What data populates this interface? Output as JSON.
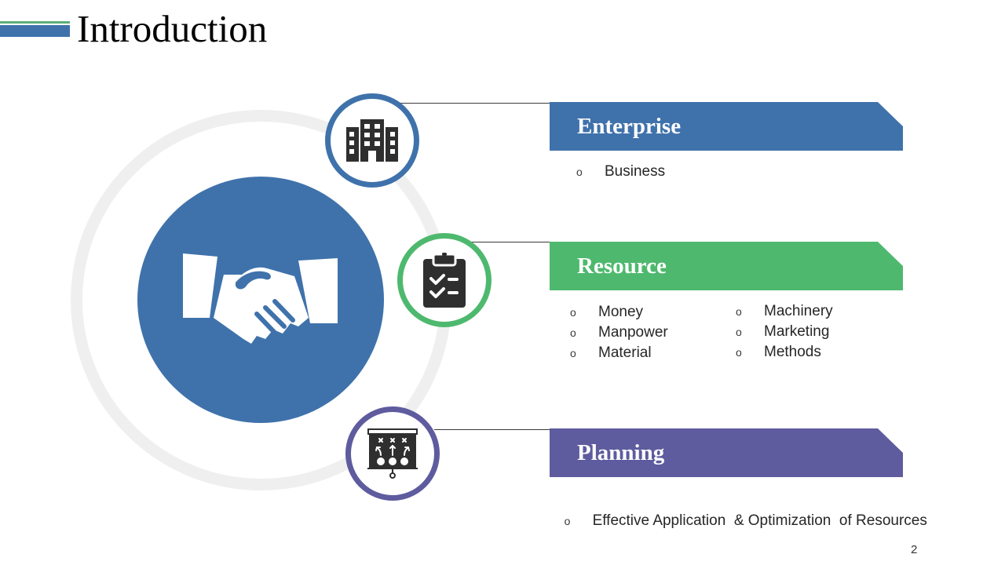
{
  "slide": {
    "title": "Introduction",
    "page_number": "2",
    "colors": {
      "blue": "#3F72AB",
      "green": "#4EB96E",
      "purple": "#5E5B9E",
      "ring": "#EFEFEF",
      "icon_dark": "#2F2F2F"
    }
  },
  "hub": {
    "icon": "handshake-icon"
  },
  "sections": [
    {
      "title": "Enterprise",
      "icon": "building-icon",
      "color": "#3F72AB",
      "bullet_mark": "o",
      "items": [
        "Business"
      ]
    },
    {
      "title": "Resource",
      "icon": "clipboard-checklist-icon",
      "color": "#4EB96E",
      "bullet_mark": "o",
      "items_left": [
        "Money",
        "Manpower",
        "Material"
      ],
      "items_right": [
        "Machinery",
        "Marketing",
        "Methods"
      ]
    },
    {
      "title": "Planning",
      "icon": "strategy-board-icon",
      "color": "#5E5B9E",
      "bullet_mark": "o",
      "items": [
        "Effective Application  & Optimization  of Resources"
      ]
    }
  ]
}
